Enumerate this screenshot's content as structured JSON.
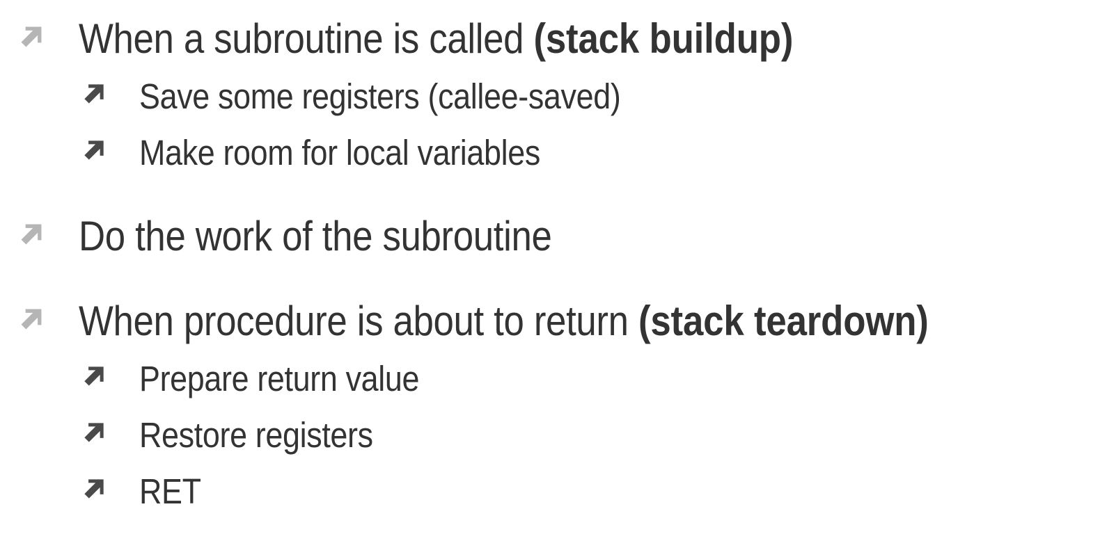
{
  "slide": {
    "background_color": "#ffffff",
    "text_color": "#333333",
    "level1_bullet_color": "#b5b5b5",
    "level2_bullet_color": "#4a4a4a",
    "bullet_icon": "arrow-northeast-icon"
  },
  "outline": {
    "groups": [
      {
        "heading": {
          "text_plain": "When a subroutine is called (stack buildup)",
          "text_normal": "When a subroutine is called ",
          "text_bold": "(stack buildup)"
        },
        "items": [
          {
            "text": "Save some registers (callee-saved)"
          },
          {
            "text": "Make room for local variables"
          }
        ]
      },
      {
        "heading": {
          "text_plain": "Do the work of the subroutine",
          "text_normal": "Do the work of the subroutine",
          "text_bold": ""
        },
        "items": []
      },
      {
        "heading": {
          "text_plain": "When procedure is about to return (stack teardown)",
          "text_normal": "When procedure is about to return ",
          "text_bold": "(stack teardown)"
        },
        "items": [
          {
            "text": "Prepare return value"
          },
          {
            "text": "Restore registers"
          },
          {
            "text": "RET"
          }
        ]
      }
    ]
  }
}
